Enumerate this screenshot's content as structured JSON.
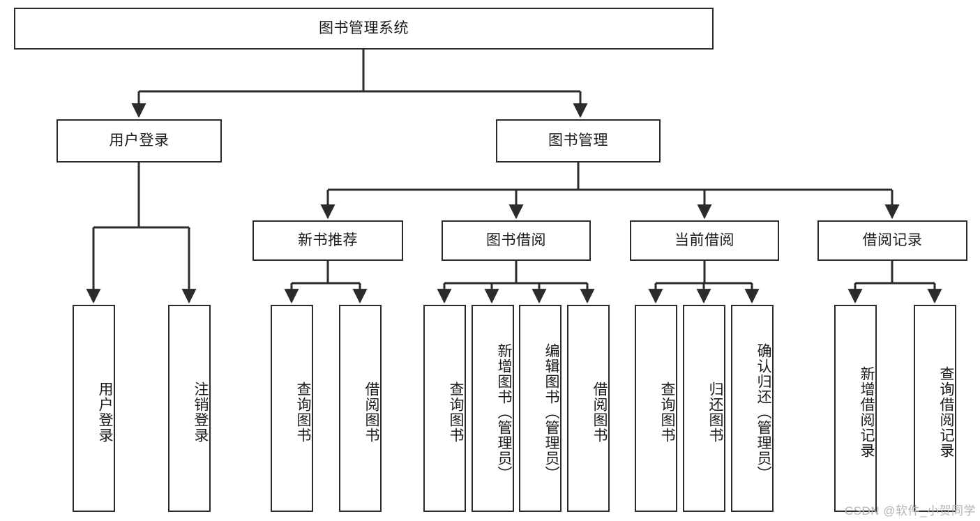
{
  "diagram": {
    "type": "tree-hierarchy-diagram",
    "title": "图书管理系统",
    "line_color": "#2b2b2b",
    "box_fill": "#ffffff",
    "text_color": "#1a1a1a",
    "watermark": "CSDN @软件_小贺同学",
    "root": {
      "label": "图书管理系统"
    },
    "level2": [
      {
        "label": "用户登录"
      },
      {
        "label": "图书管理"
      }
    ],
    "level3": [
      {
        "label": "新书推荐"
      },
      {
        "label": "图书借阅"
      },
      {
        "label": "当前借阅"
      },
      {
        "label": "借阅记录"
      }
    ],
    "leaves": {
      "user_login": [
        {
          "label": "用户登录"
        },
        {
          "label": "注销登录"
        }
      ],
      "new_book_recommend": [
        {
          "label": "查询图书"
        },
        {
          "label": "借阅图书"
        }
      ],
      "book_borrow": [
        {
          "label": "查询图书"
        },
        {
          "label": "新增图书（管理员）"
        },
        {
          "label": "编辑图书（管理员）"
        },
        {
          "label": "借阅图书"
        }
      ],
      "current_borrow": [
        {
          "label": "查询图书"
        },
        {
          "label": "归还图书"
        },
        {
          "label": "确认归还（管理员）"
        }
      ],
      "borrow_records": [
        {
          "label": "新增借阅记录"
        },
        {
          "label": "查询借阅记录"
        }
      ]
    }
  }
}
